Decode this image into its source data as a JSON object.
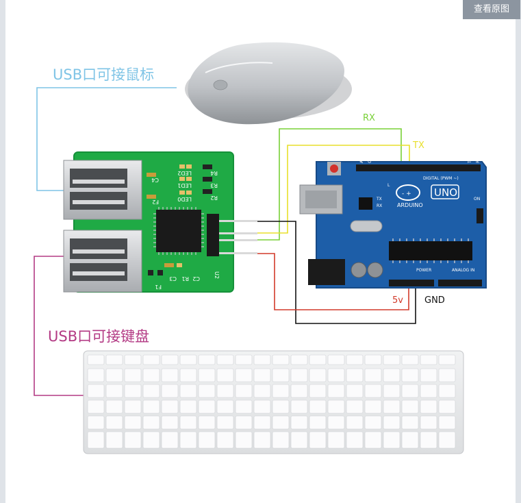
{
  "top_button": "查看原图",
  "labels": {
    "mouse_port": "USB口可接鼠标",
    "keyboard_port": "USB口可接键盘",
    "rx": "RX",
    "tx": "TX",
    "v5": "5v",
    "gnd": "GND"
  },
  "pcb": {
    "silkscreen": [
      "C4",
      "LED2",
      "R4",
      "LED1",
      "R3",
      "F2",
      "R2",
      "LED0",
      "C3",
      "R1",
      "C2",
      "F1",
      "U2"
    ]
  },
  "arduino": {
    "name": "UNO",
    "brand": "ARDUINO",
    "digital": "DIGITAL (PWM ~)",
    "analog": "ANALOG IN",
    "power": "POWER",
    "aref": "AREF",
    "gnd": "GND",
    "rx0": "RX◄0",
    "tx1": "TX►1",
    "on": "ON",
    "tx": "TX",
    "rx": "RX",
    "l": "L"
  },
  "colors": {
    "mouse_line": "#7fc4e6",
    "keyboard_line": "#b33a84",
    "rx_wire": "#78d036",
    "tx_wire": "#e8df2a",
    "v5_wire": "#d23a2a",
    "gnd_wire": "#111111",
    "pcb_green": "#1faa45",
    "arduino_blue": "#1d5ea8"
  },
  "icons": [
    "mouse-image",
    "keyboard-image",
    "usb-hid-board-image",
    "arduino-uno-image"
  ]
}
